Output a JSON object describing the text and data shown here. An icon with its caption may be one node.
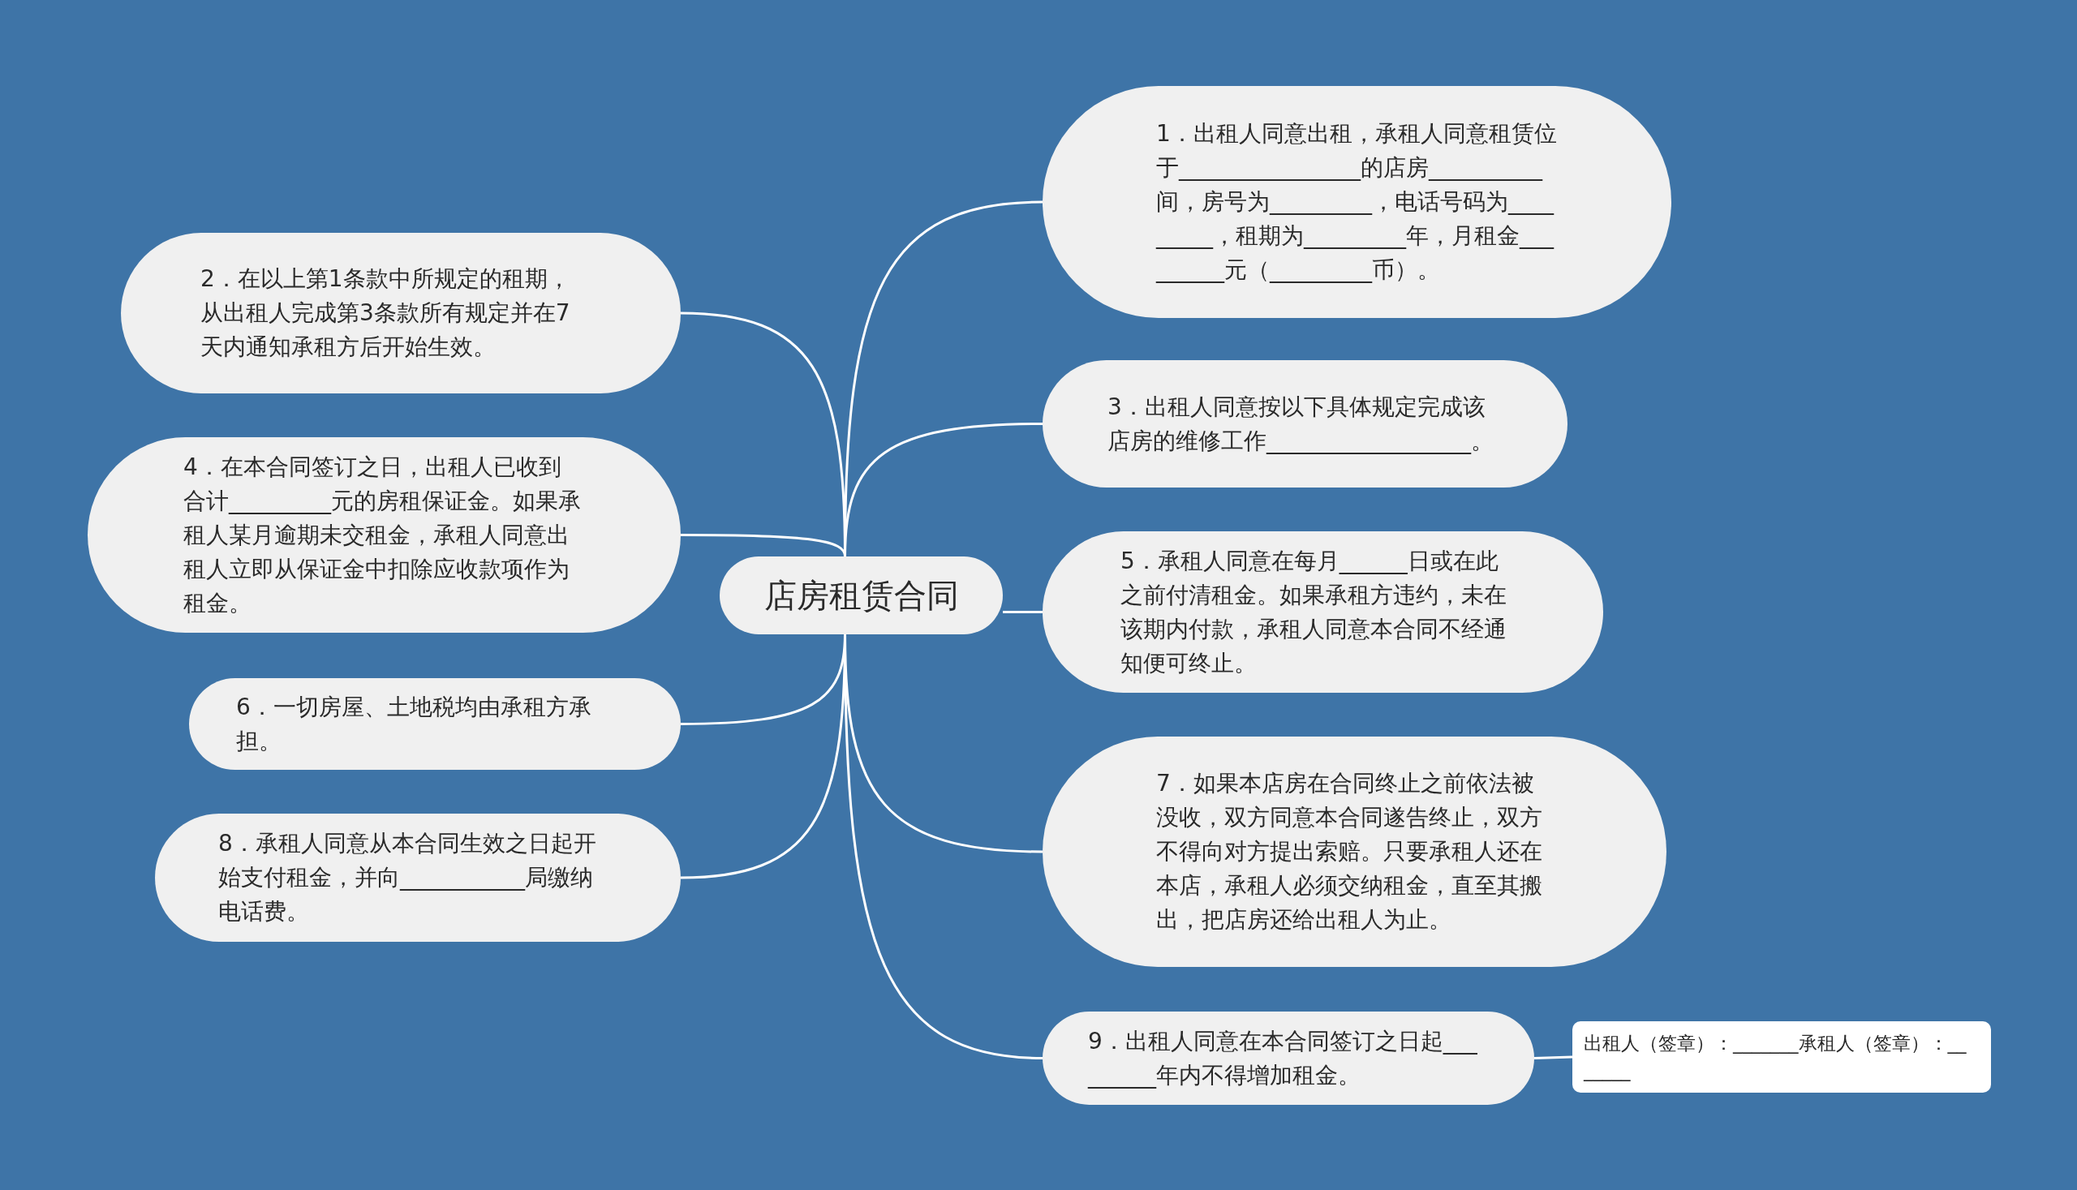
{
  "diagram": {
    "nodes": [
      {
        "text": [
          "店房租赁合同"
        ]
      },
      {
        "text": [
          "1．出租人同意出租，承租人同意租赁位于________________的店房__________间，房号为_________，电话号码为_________，租期为_________年，月租金_________元（_________币）。"
        ]
      },
      {
        "text": [
          "2．在以上第1条款中所规定的租期，从出租人完成第3条款所有规定并在7天内通知承租方后开始生效。"
        ]
      },
      {
        "text": [
          "3．出租人同意按以下具体规定完成该店房的维修工作__________________。"
        ]
      },
      {
        "text": [
          "4．在本合同签订之日，出租人已收到合计_________元的房租保证金。如果承租人某月逾期未交租金，承租人同意出租人立即从保证金中扣除应收款项作为租金。"
        ]
      },
      {
        "text": [
          "5．承租人同意在每月______日或在此之前付清租金。如果承租方违约，未在该期内付款，承租人同意本合同不经通知便可终止。"
        ]
      },
      {
        "text": [
          "6．一切房屋、土地税均由承租方承担。"
        ]
      },
      {
        "text": [
          "7．如果本店房在合同终止之前依法被没收，双方同意本合同遂告终止，双方不得向对方提出索赔。只要承租人还在本店，承租人必须交纳租金，直至其搬出，把店房还给出租人为止。"
        ]
      },
      {
        "text": [
          "8．承租人同意从本合同生效之日起开始支付租金，并向___________局缴纳电话费。"
        ]
      },
      {
        "text": [
          "9．出租人同意在本合同签订之日起_________年内不得增加租金。"
        ]
      },
      {
        "text": [
          "出租人（签章）：_______承租人（签章）：_______"
        ]
      }
    ],
    "edges": [
      {
        "from": 0,
        "to": 1,
        "arrow": "none"
      },
      {
        "from": 0,
        "to": 2,
        "arrow": "none"
      },
      {
        "from": 0,
        "to": 3,
        "arrow": "none"
      },
      {
        "from": 0,
        "to": 4,
        "arrow": "none"
      },
      {
        "from": 0,
        "to": 5,
        "arrow": "none"
      },
      {
        "from": 0,
        "to": 6,
        "arrow": "none"
      },
      {
        "from": 0,
        "to": 7,
        "arrow": "none"
      },
      {
        "from": 0,
        "to": 8,
        "arrow": "none"
      },
      {
        "from": 0,
        "to": 9,
        "arrow": "none"
      },
      {
        "from": 9,
        "to": 10,
        "arrow": "none"
      }
    ]
  }
}
